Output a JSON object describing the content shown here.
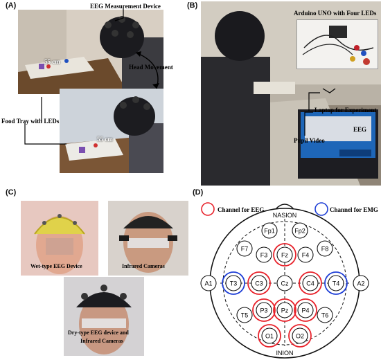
{
  "panels": {
    "A": {
      "label": "(A)",
      "annotations": {
        "device": "EEG Measurement Device",
        "movement": "Head Movement",
        "tray": "Food Tray with LEDs",
        "distance_top": "55 cm",
        "distance_bottom": "55 cm"
      }
    },
    "B": {
      "label": "(B)",
      "annotations": {
        "arduino": "Arduino UNO with Four LEDs",
        "laptop": "Laptop for Experiment",
        "eeg": "EEG",
        "pupil": "Pupil Video"
      }
    },
    "C": {
      "label": "(C)",
      "annotations": {
        "wet": "Wet-type EEG Device",
        "infrared": "Infrared Cameras",
        "dry_line1": "Dry-type EEG device and",
        "dry_line2": "Infrared Cameras"
      }
    },
    "D": {
      "label": "(D)",
      "legend": {
        "eeg": "Channel for EEG",
        "emg": "Channel for EMG"
      },
      "colors": {
        "eeg": "#e8222b",
        "emg": "#1f3fd6"
      },
      "nasion": "NASION",
      "inion": "INION",
      "electrodes": [
        "Fp1",
        "Fp2",
        "F7",
        "F3",
        "Fz",
        "F4",
        "F8",
        "A1",
        "T3",
        "C3",
        "Cz",
        "C4",
        "T4",
        "A2",
        "T5",
        "P3",
        "Pz",
        "P4",
        "T6",
        "O1",
        "O2"
      ],
      "eeg_channels": [
        "Fz",
        "C3",
        "C4",
        "P3",
        "Pz",
        "P4",
        "O1",
        "O2"
      ],
      "emg_channels": [
        "T3",
        "T4"
      ]
    }
  }
}
